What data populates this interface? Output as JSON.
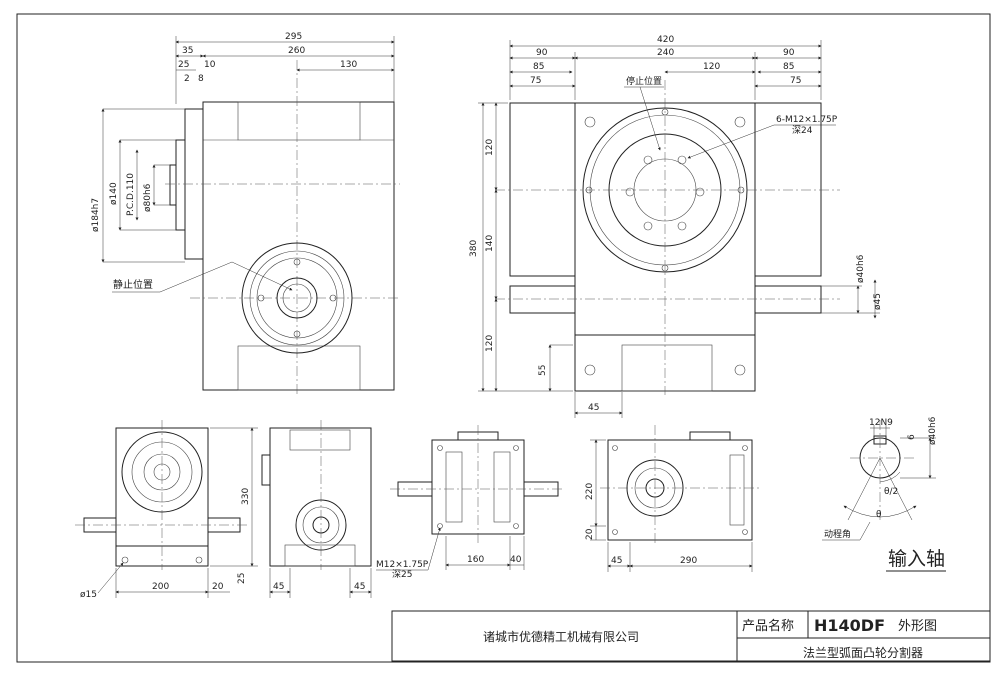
{
  "views": {
    "left": {
      "dims_top": [
        "295",
        "35",
        "260",
        "25",
        "10",
        "130",
        "2",
        "8"
      ],
      "dims_side": [
        "ø184h7",
        "ø140",
        "P.C.D.110",
        "ø80h6"
      ],
      "callout": "静止位置"
    },
    "right": {
      "dims_top": [
        "420",
        "90",
        "240",
        "90",
        "85",
        "120",
        "85",
        "75",
        "75"
      ],
      "dims_side": [
        "380",
        "120",
        "140",
        "120",
        "55"
      ],
      "dims_bottom": [
        "45"
      ],
      "dims_shaft": [
        "ø40h6",
        "ø45"
      ],
      "callout": "停止位置",
      "hole_note": "6-M12×1.75P",
      "hole_depth": "深24"
    },
    "bottom": {
      "dims": [
        "330",
        "200",
        "20",
        "25",
        "ø15",
        "45",
        "45",
        "160",
        "40",
        "220",
        "20",
        "45",
        "290"
      ],
      "thread_note": "M12×1.75P",
      "thread_depth": "深25"
    },
    "shaft_detail": {
      "dims": [
        "12N9",
        "6",
        "ø40h6",
        "θ/2",
        "θ"
      ],
      "angle_label": "动程角",
      "title": "输入轴"
    }
  },
  "title_block": {
    "company": "诸城市优德精工机械有限公司",
    "name_label": "产品名称",
    "model": "H140DF",
    "drawing_type": "外形图",
    "description": "法兰型弧面凸轮分割器"
  }
}
